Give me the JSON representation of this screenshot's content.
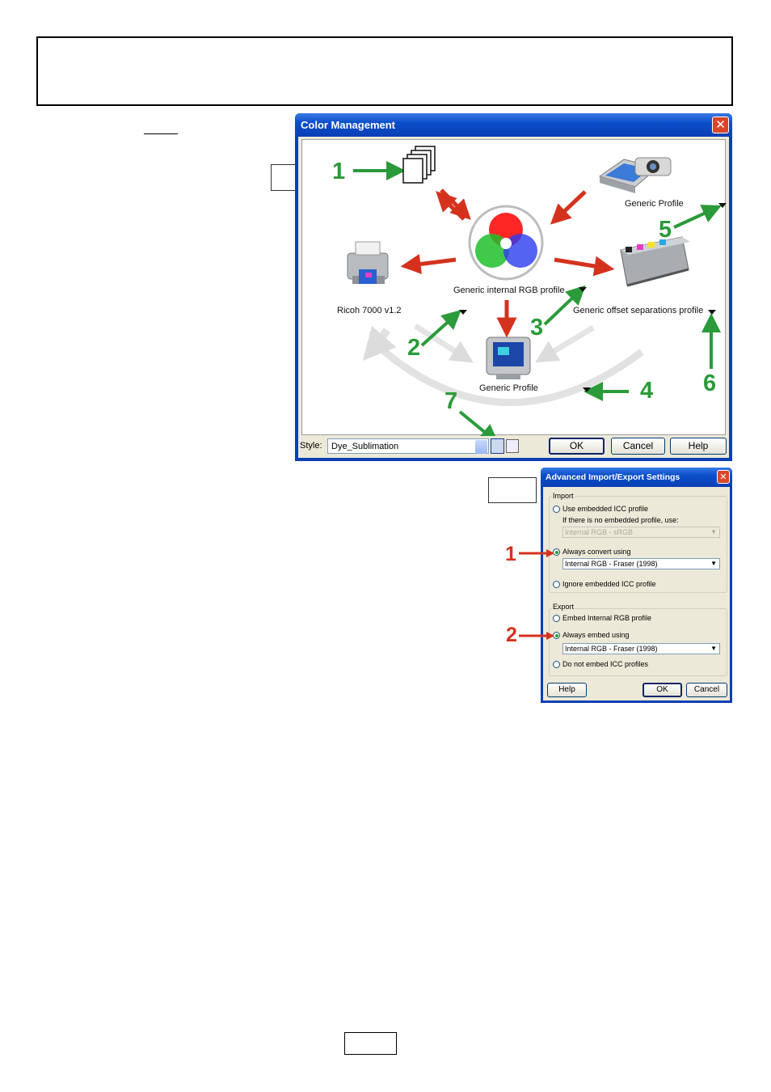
{
  "color_management": {
    "title": "Color Management",
    "labels": {
      "generic_profile_scanner": "Generic Profile",
      "generic_internal_rgb": "Generic internal RGB profile",
      "printer": "Ricoh 7000 v1.2",
      "separations": "Generic offset separations profile",
      "monitor": "Generic Profile"
    },
    "callouts": [
      "1",
      "2",
      "3",
      "4",
      "5",
      "6",
      "7"
    ],
    "style_label": "Style:",
    "style_value": "Dye_Sublimation",
    "buttons": {
      "ok": "OK",
      "cancel": "Cancel",
      "help": "Help"
    }
  },
  "advanced_settings": {
    "title": "Advanced Import/Export Settings",
    "import_group": "Import",
    "use_embedded": "Use embedded ICC profile",
    "no_embedded_note": "If there is no embedded profile, use:",
    "disabled_select_value": "Internal RGB - sRGB",
    "always_convert": "Always convert using",
    "convert_select_value": "Internal RGB - Fraser (1998)",
    "ignore_embedded": "Ignore embedded ICC profile",
    "export_group": "Export",
    "embed_internal": "Embed Internal RGB profile",
    "always_embed": "Always embed using",
    "embed_select_value": "Internal RGB - Fraser (1998)",
    "do_not_embed": "Do not embed ICC profiles",
    "callouts": [
      "1",
      "2"
    ],
    "buttons": {
      "help": "Help",
      "ok": "OK",
      "cancel": "Cancel"
    }
  },
  "colors": {
    "titlebar": "#0a3fb5",
    "green_arrow": "#2b9a3a",
    "red_arrow": "#d5321e",
    "dialog_bg": "#ece9d8"
  }
}
